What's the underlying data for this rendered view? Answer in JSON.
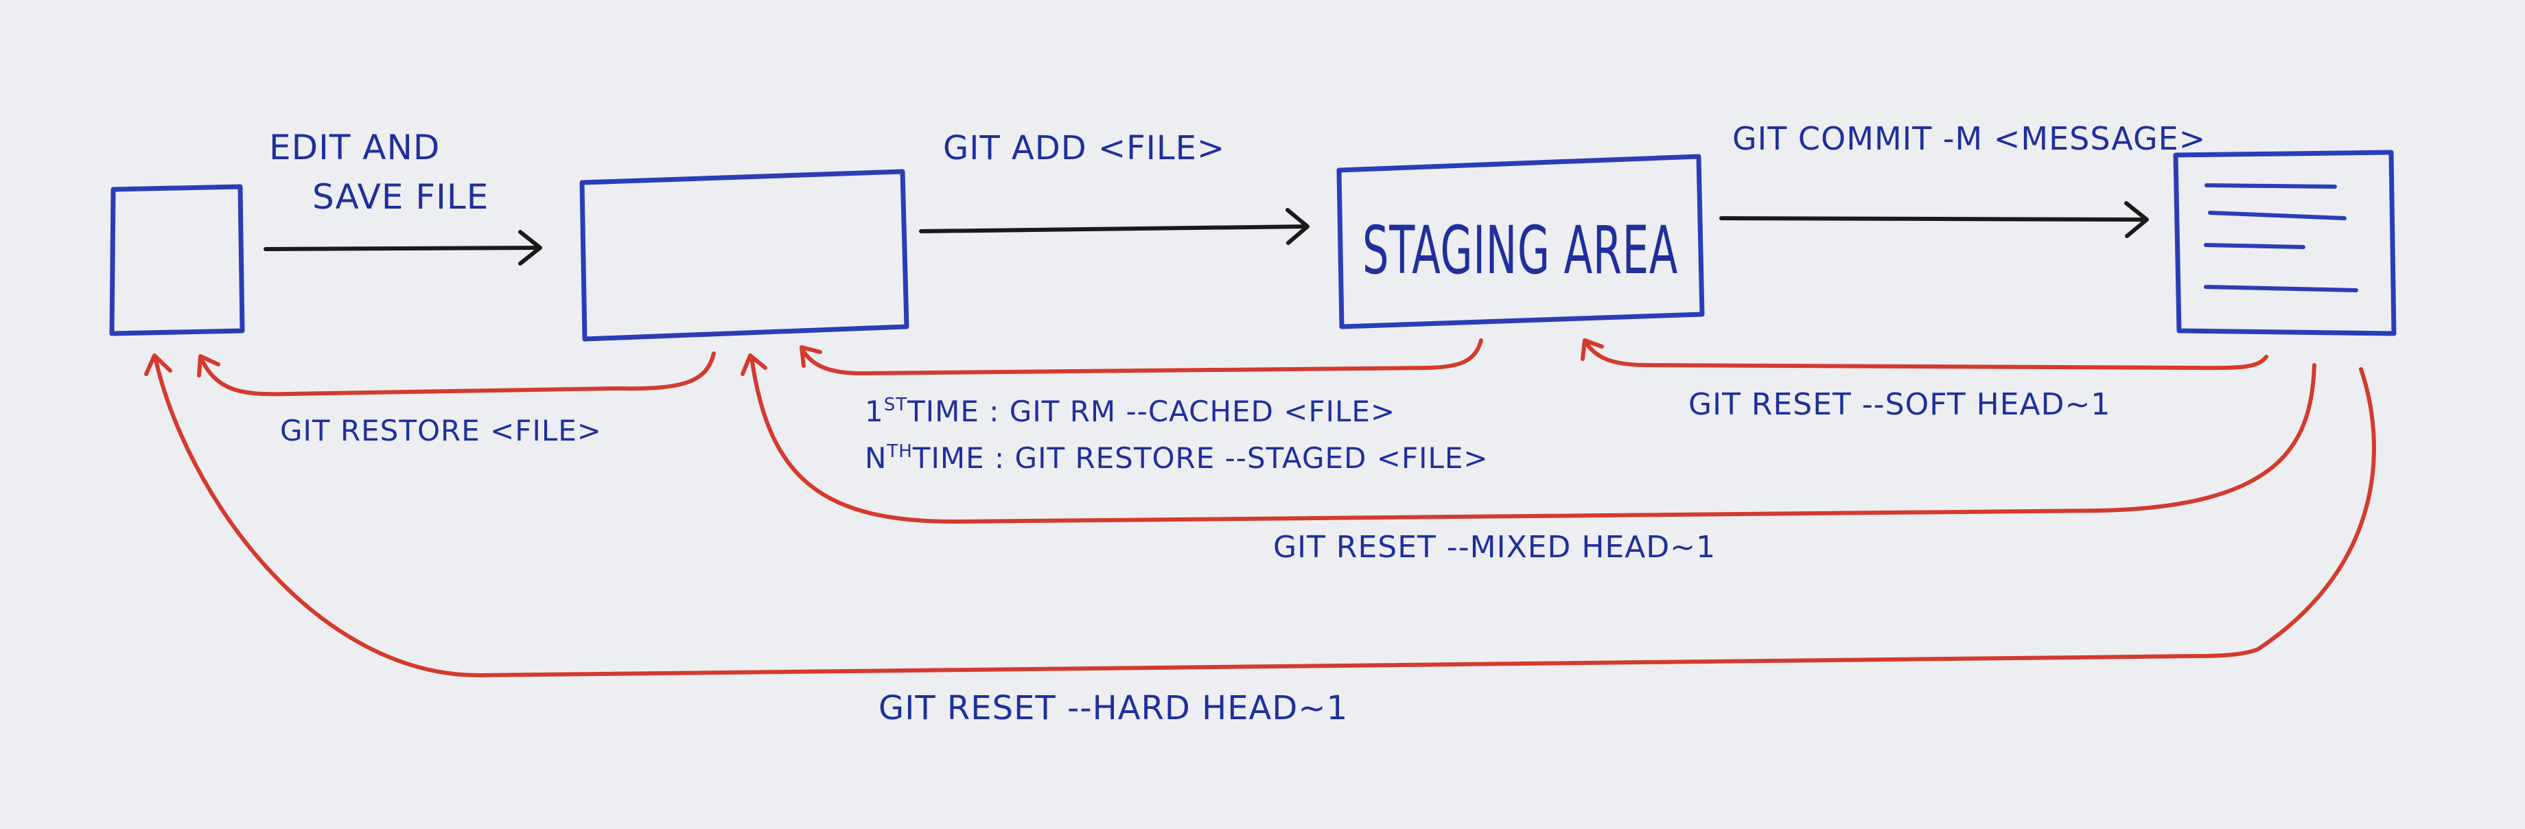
{
  "labels": {
    "edit_save_line1": "EDIT AND",
    "edit_save_line2": "SAVE FILE",
    "git_add": "GIT ADD <FILE>",
    "git_commit": "GIT COMMIT -M <MESSAGE>",
    "staging_area": "STAGING AREA",
    "git_restore": "GIT RESTORE <FILE>",
    "first_time_prefix": "1",
    "first_time_sup": "ST",
    "first_time_text": "TIME :  GIT RM  --CACHED <FILE>",
    "nth_time_prefix": "N",
    "nth_time_sup": "TH",
    "nth_time_text": "TIME :  GIT RESTORE  --STAGED <FILE>",
    "git_reset_soft": "GIT RESET --SOFT HEAD~1",
    "git_reset_mixed": "GIT RESET --MIXED HEAD~1",
    "git_reset_hard": "GIT RESET --HARD HEAD~1"
  },
  "colors": {
    "background": "#eceef1",
    "box_stroke": "#2a3db8",
    "label_text": "#1f2f9c",
    "forward_arrow": "#1a1a1a",
    "backward_arrow": "#d43a2e"
  }
}
